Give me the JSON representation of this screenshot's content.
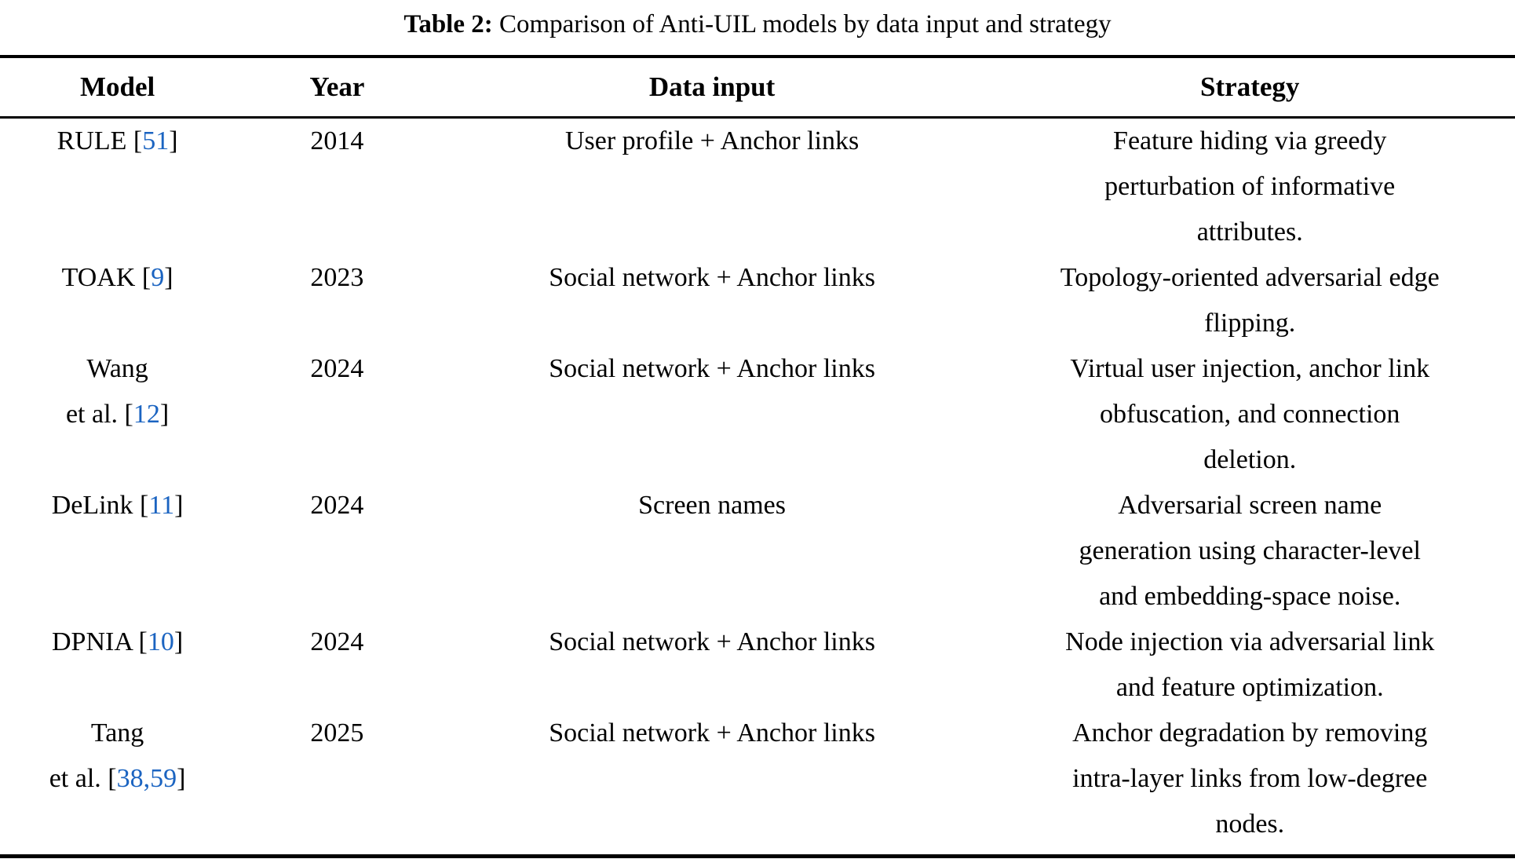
{
  "caption": {
    "label": "Table 2:",
    "text": " Comparison of Anti-UIL models by data input and strategy"
  },
  "colors": {
    "citation_link": "#1b64c1",
    "text": "#000000",
    "rule": "#000000"
  },
  "header": {
    "model": "Model",
    "year": "Year",
    "data_input": "Data input",
    "strategy": "Strategy"
  },
  "rows": [
    {
      "model": {
        "top": "",
        "pre": "RULE [",
        "cite": "51",
        "post": "]"
      },
      "year": "2014",
      "data_input": "User profile + Anchor links",
      "strategy": {
        "l1": "Feature hiding via greedy",
        "l2": "perturbation of informative",
        "l3": "attributes."
      }
    },
    {
      "model": {
        "top": "",
        "pre": "TOAK [",
        "cite": "9",
        "post": "]"
      },
      "year": "2023",
      "data_input": "Social network + Anchor links",
      "strategy": {
        "l1": "Topology-oriented adversarial edge",
        "l2": "flipping.",
        "l3": ""
      }
    },
    {
      "model": {
        "top": "Wang",
        "pre": "et al. [",
        "cite": "12",
        "post": "]"
      },
      "year": "2024",
      "data_input": "Social network + Anchor links",
      "strategy": {
        "l1": "Virtual user injection, anchor link",
        "l2": "obfuscation, and connection",
        "l3": "deletion."
      }
    },
    {
      "model": {
        "top": "",
        "pre": "DeLink [",
        "cite": "11",
        "post": "]"
      },
      "year": "2024",
      "data_input": "Screen names",
      "strategy": {
        "l1": "Adversarial screen name",
        "l2": "generation using character-level",
        "l3": "and embedding-space noise."
      }
    },
    {
      "model": {
        "top": "",
        "pre": "DPNIA [",
        "cite": "10",
        "post": "]"
      },
      "year": "2024",
      "data_input": "Social network + Anchor links",
      "strategy": {
        "l1": "Node injection via adversarial link",
        "l2": "and feature optimization.",
        "l3": ""
      }
    },
    {
      "model": {
        "top": "Tang",
        "pre": "et al. [",
        "cite": "38,59",
        "post": "]"
      },
      "year": "2025",
      "data_input": "Social network + Anchor links",
      "strategy": {
        "l1": "Anchor degradation by removing",
        "l2": "intra-layer links from low-degree",
        "l3": "nodes."
      }
    }
  ]
}
